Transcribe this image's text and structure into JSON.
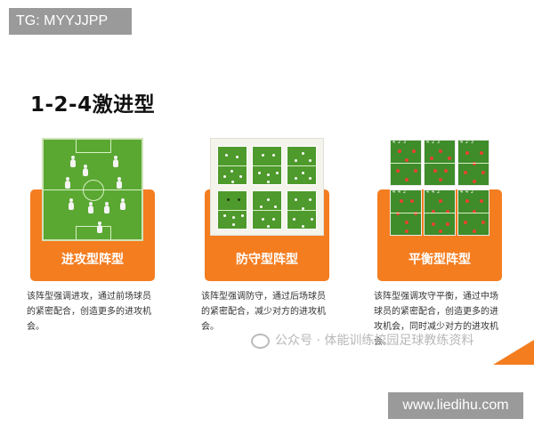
{
  "tg_badge": "TG: MYYJJPP",
  "title": "1-2-4激进型",
  "cards": [
    {
      "label": "进攻型阵型",
      "description": "该阵型强调进攻，通过前场球员的紧密配合，创造更多的进攻机会。"
    },
    {
      "label": "防守型阵型",
      "description": "该阵型强调防守，通过后场球员的紧密配合，减少对方的进攻机会。"
    },
    {
      "label": "平衡型阵型",
      "description": "该阵型强调攻守平衡，通过中场球员的紧密配合，创造更多的进攻机会，同时减少对方的进攻机会。"
    }
  ],
  "watermark": "公众号 · 体能训练校园足球教练资料",
  "url_badge": "www.liedihu.com",
  "colors": {
    "accent_orange": "#f47d20",
    "pitch_green": "#5aa832",
    "badge_gray": "#9a9a9a",
    "player_red": "#e8432d"
  }
}
